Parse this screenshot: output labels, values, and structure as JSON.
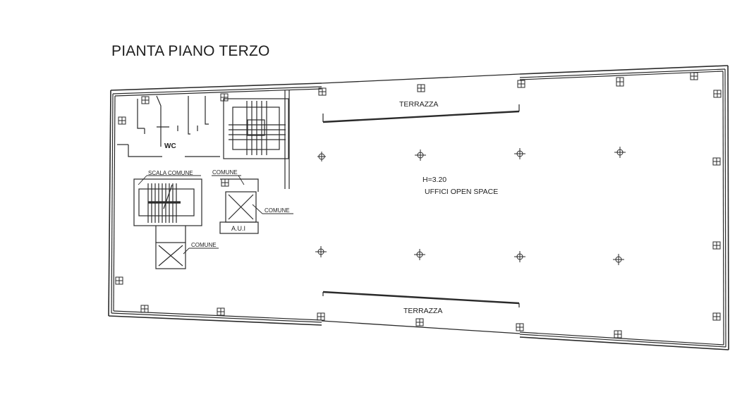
{
  "drawing": {
    "title": "PIANTA PIANO TERZO"
  },
  "rooms": {
    "terrace_top": "TERRAZZA",
    "terrace_bottom": "TERRAZZA",
    "wc": "WC",
    "stair_common": "SCALA COMUNE",
    "common_1": "COMUNE",
    "common_2": "COMUNE",
    "common_3": "COMUNE",
    "aui": "A.U.I",
    "height": "H=3.20",
    "open_space": "UFFICI OPEN SPACE"
  },
  "colors": {
    "line": "#2a2a2a",
    "background": "#ffffff"
  }
}
